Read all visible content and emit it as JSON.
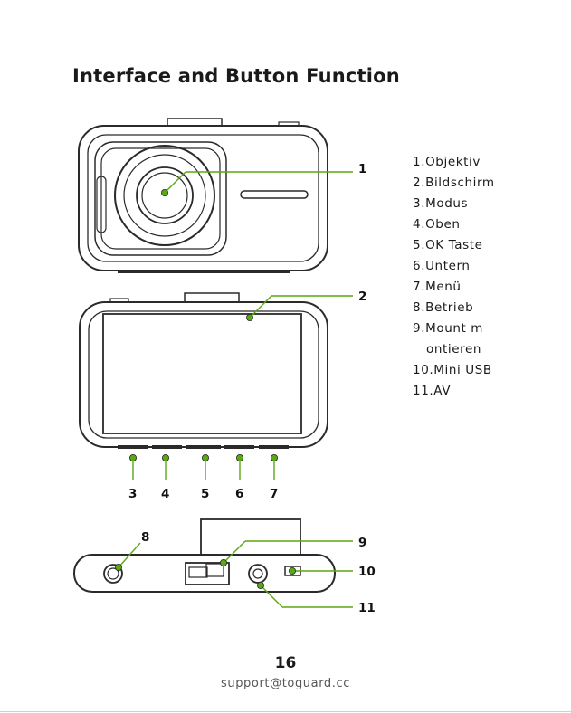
{
  "heading": "Interface and Button Function",
  "legend": {
    "items": [
      "1.Objektiv",
      "2.Bildschirm",
      "3.Modus",
      "4.Oben",
      "5.OK Taste",
      "6.Untern",
      "7.Menü",
      "8.Betrieb",
      "9.Mount m",
      "ontieren",
      "10.Mini USB",
      "11.AV"
    ]
  },
  "callouts": {
    "c1": "1",
    "c2": "2",
    "c3": "3",
    "c4": "4",
    "c5": "5",
    "c6": "6",
    "c7": "7",
    "c8": "8",
    "c9": "9",
    "c10": "10",
    "c11": "11"
  },
  "footer": {
    "page_number": "16",
    "support": "support@toguard.cc"
  },
  "colors": {
    "accent_green": "#5aa812",
    "outline": "#2a2a2a"
  }
}
